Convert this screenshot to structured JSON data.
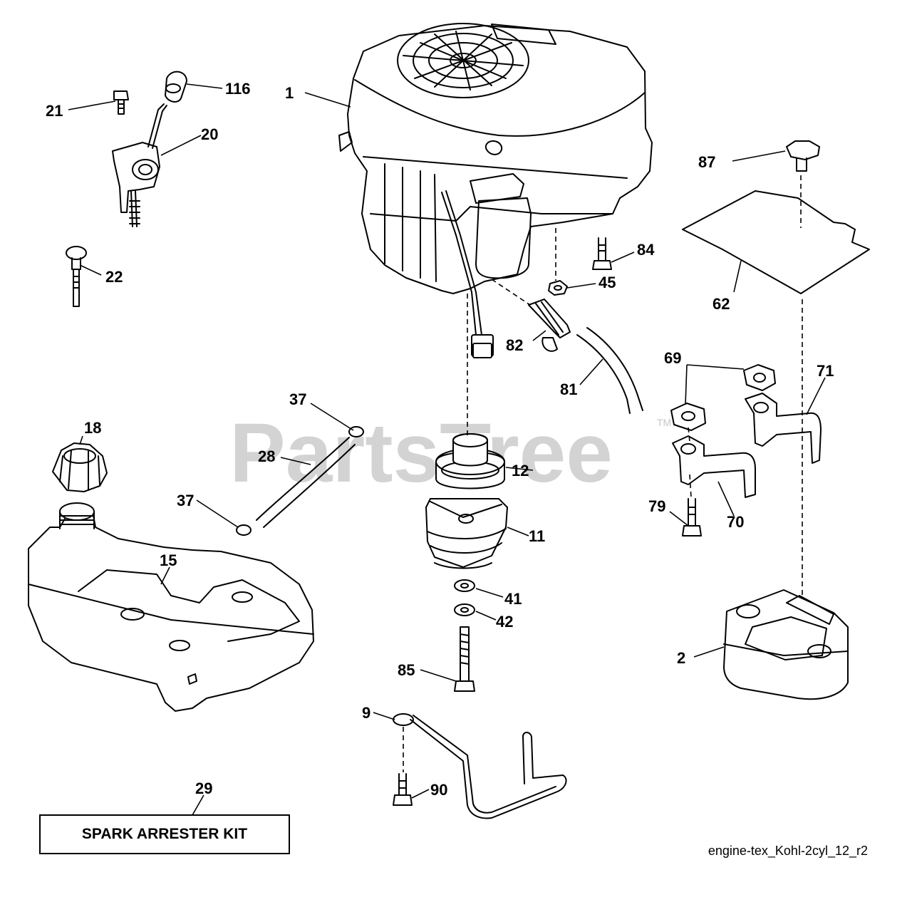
{
  "watermark": "PartsTree",
  "watermark_tm": "TM",
  "kit_label": "SPARK ARRESTER KIT",
  "diagram_code": "engine-tex_Kohl-2cyl_12_r2",
  "callouts": [
    {
      "id": "1",
      "label": "1"
    },
    {
      "id": "116",
      "label": "116"
    },
    {
      "id": "21",
      "label": "21"
    },
    {
      "id": "20",
      "label": "20"
    },
    {
      "id": "22",
      "label": "22"
    },
    {
      "id": "87",
      "label": "87"
    },
    {
      "id": "84",
      "label": "84"
    },
    {
      "id": "45",
      "label": "45"
    },
    {
      "id": "62",
      "label": "62"
    },
    {
      "id": "82",
      "label": "82"
    },
    {
      "id": "81",
      "label": "81"
    },
    {
      "id": "69",
      "label": "69"
    },
    {
      "id": "71",
      "label": "71"
    },
    {
      "id": "37a",
      "label": "37"
    },
    {
      "id": "18",
      "label": "18"
    },
    {
      "id": "28",
      "label": "28"
    },
    {
      "id": "12",
      "label": "12"
    },
    {
      "id": "37b",
      "label": "37"
    },
    {
      "id": "11",
      "label": "11"
    },
    {
      "id": "79",
      "label": "79"
    },
    {
      "id": "70",
      "label": "70"
    },
    {
      "id": "15",
      "label": "15"
    },
    {
      "id": "41",
      "label": "41"
    },
    {
      "id": "42",
      "label": "42"
    },
    {
      "id": "2",
      "label": "2"
    },
    {
      "id": "85",
      "label": "85"
    },
    {
      "id": "9",
      "label": "9"
    },
    {
      "id": "29",
      "label": "29"
    },
    {
      "id": "90",
      "label": "90"
    }
  ]
}
